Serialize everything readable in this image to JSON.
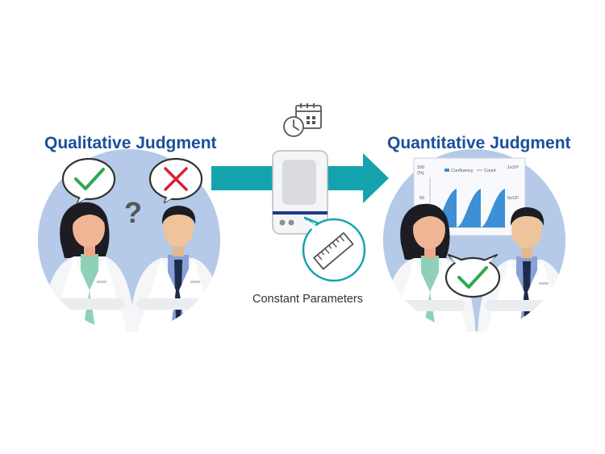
{
  "titles": {
    "left": "Qualitative Judgment",
    "right": "Quantitative Judgment",
    "center_caption": "Constant Parameters"
  },
  "icons": {
    "left_bubble_1": "check-icon",
    "left_bubble_2": "cross-icon",
    "question": "?",
    "schedule": "calendar-clock-icon",
    "device": "cell-imaging-device-icon",
    "ruler": "ruler-icon",
    "right_bubble": "check-icon"
  },
  "chart": {
    "y_label": "(%)",
    "y_top_left": "100",
    "y_mid_left": "50",
    "y_top_right": "1x10⁶",
    "y_mid_right": "5x10⁵",
    "legend_1": "Confluency",
    "legend_2": "Count"
  },
  "colors": {
    "title_blue": "#1b4f9c",
    "arrow_teal": "#14a3ad",
    "circle_bg": "#b5c9e8",
    "check_green": "#2fa84f",
    "cross_red": "#d9232d",
    "chart_blue": "#3d8fd6"
  }
}
